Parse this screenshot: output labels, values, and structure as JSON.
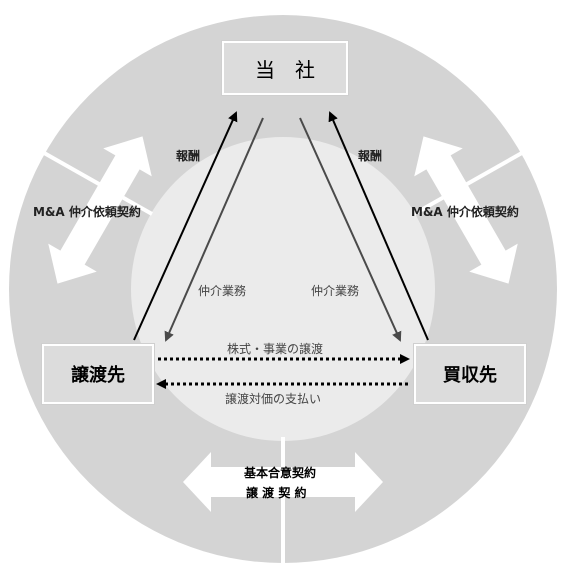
{
  "colors": {
    "ring_outer": "#d4d4d4",
    "ring_inner": "#ebebeb",
    "box_fill": "#dcdcdc",
    "arrow_dark": "#000000",
    "arrow_gray": "#4a4a4a"
  },
  "icons": [
    "double-arrow-icon",
    "double-arrow-icon",
    "double-arrow-icon"
  ],
  "company": {
    "label": "当　社"
  },
  "seller": {
    "label": "譲渡先"
  },
  "buyer": {
    "label": "買収先"
  },
  "labels": {
    "fee_left": "報酬",
    "fee_right": "報酬",
    "ma_left": "M&A 仲介依頼契約",
    "ma_right": "M&A 仲介依頼契約",
    "service_left": "仲介業務",
    "service_right": "仲介業務",
    "transfer": "株式・事業の譲渡",
    "payment": "譲渡対価の支払い",
    "basic_agreement": "基本合意契約",
    "transfer_agreement": "譲 渡 契 約"
  }
}
